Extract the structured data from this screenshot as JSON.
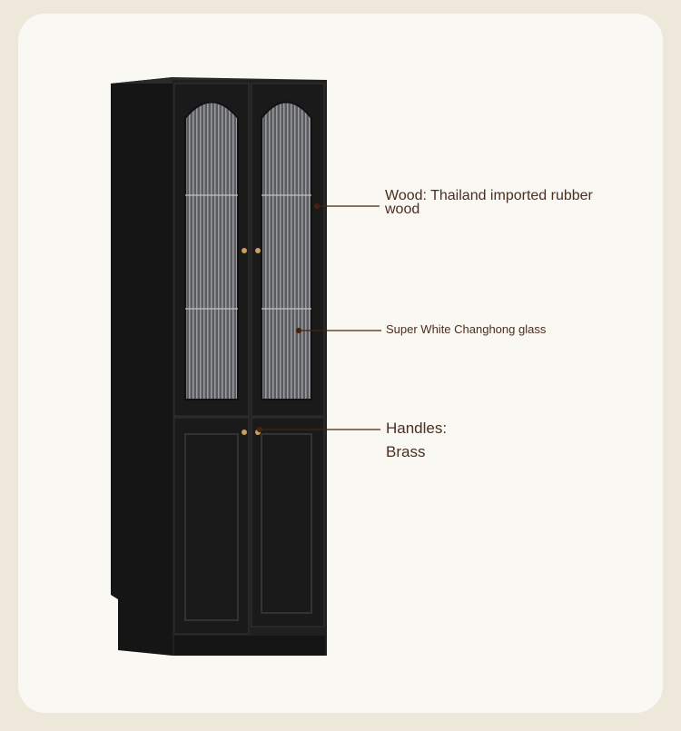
{
  "annotations": {
    "wood": "Wood: Thailand imported rubber wood",
    "glass": "Super White Changhong glass",
    "handles_title": "Handles:",
    "handles_value": "Brass"
  },
  "colors": {
    "background": "#eee8da",
    "card": "#faf8f3",
    "cabinet": "#1c1c1c",
    "text": "#4a2e22",
    "leader_line": "#4a2010"
  }
}
